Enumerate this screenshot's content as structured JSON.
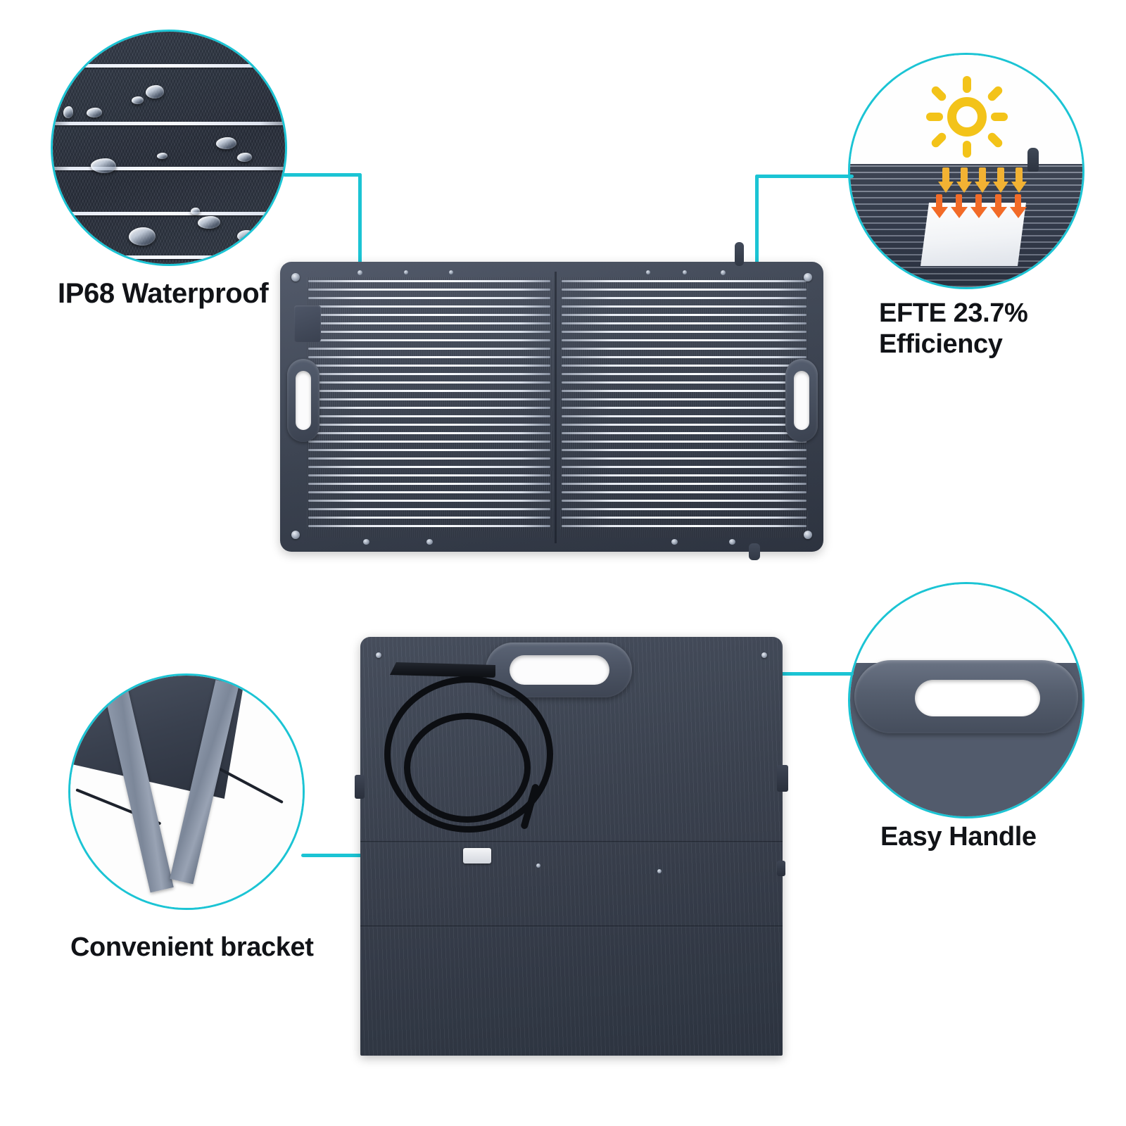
{
  "page": {
    "title": "Portable Foldable Solar Panel Feature Infographic",
    "background_color": "#ffffff",
    "accent_color": "#1BC4D4",
    "text_color": "#111317"
  },
  "features": [
    {
      "id": "waterproof",
      "label": "IP68 Waterproof",
      "position": "top-left",
      "circle_detail": "close-up of textured solar cell surface with white busbars and beaded water droplets",
      "connector": "elbow-right-then-down"
    },
    {
      "id": "efficiency",
      "label": "EFTE 23.7%\nEfficiency",
      "label_line1": "EFTE 23.7%",
      "label_line2": "Efficiency",
      "position": "top-right",
      "circle_detail": "sun icon with yellow and orange arrows absorbing into panel layers",
      "connector": "elbow-left-then-down"
    },
    {
      "id": "bracket",
      "label": "Convenient bracket",
      "position": "bottom-left",
      "circle_detail": "two angled gray kickstand legs propping up the panel",
      "connector": "straight-right"
    },
    {
      "id": "handle",
      "label": "Easy Handle",
      "position": "bottom-right",
      "circle_detail": "close-up of rubberized oval carry handle grip",
      "connector": "straight-left"
    }
  ],
  "products": [
    {
      "id": "panel-open",
      "name": "Unfolded solar panel",
      "busbar_count": 30,
      "fold_sections": 2,
      "handles": 2,
      "grommets": 4,
      "junction_box": true
    },
    {
      "id": "panel-folded",
      "name": "Folded solar panel with carry handle",
      "fold_seams": 2,
      "handles": 1,
      "cable_coiled": true,
      "connector_visible": true
    }
  ],
  "icons": {
    "sun": {
      "name": "sun-icon",
      "color": "#F3C319",
      "ray_count": 8
    },
    "absorb_arrows_upper": {
      "name": "light-absorption-arrow-icon",
      "color": "#F2B233",
      "count": 5
    },
    "absorb_arrows_lower": {
      "name": "heat-conversion-arrow-icon",
      "color": "#F26B28",
      "count": 5
    },
    "water_droplets": {
      "name": "water-droplet-icon",
      "count": 12
    }
  },
  "colors": {
    "accent_cyan": "#1BC4D4",
    "panel_dark": "#3C4453",
    "sun_yellow": "#F3C319",
    "arrow_yellow": "#F2B233",
    "arrow_orange": "#F26B28",
    "label_black": "#111317"
  }
}
